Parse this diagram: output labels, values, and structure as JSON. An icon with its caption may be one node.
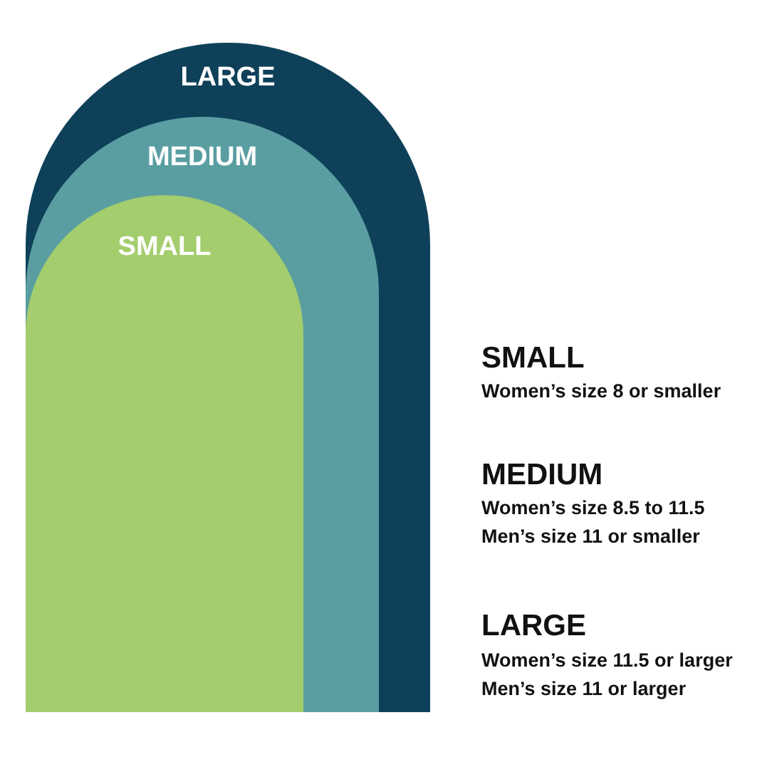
{
  "diagram": {
    "nodes": [
      {
        "text": [
          "LARGE"
        ]
      },
      {
        "text": [
          "MEDIUM"
        ],
        "in": 0
      },
      {
        "text": [
          "SMALL"
        ],
        "in": 1
      }
    ],
    "labels": [
      "SMALL",
      "Women’s size 8 or smaller",
      "MEDIUM",
      "Women’s size 8.5 to 11.5",
      "Men’s size 11 or smaller",
      "LARGE",
      "Women’s size 11.5 or larger",
      "Men’s size 11 or larger"
    ]
  }
}
